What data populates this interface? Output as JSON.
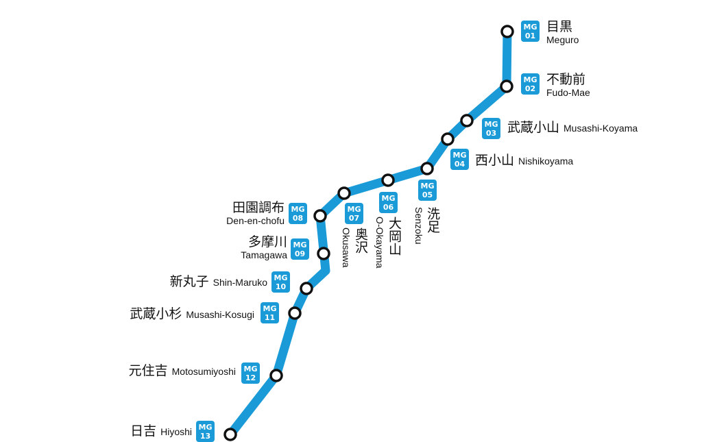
{
  "line": {
    "color": "#1a9bd7",
    "badge_text_color": "#ffffff",
    "station_fill": "#ffffff",
    "station_stroke": "#111111"
  },
  "stations": [
    {
      "line_code": "MG",
      "number": "01",
      "name_ja": "目黒",
      "name_en": "Meguro"
    },
    {
      "line_code": "MG",
      "number": "02",
      "name_ja": "不動前",
      "name_en": "Fudo-Mae"
    },
    {
      "line_code": "MG",
      "number": "03",
      "name_ja": "武蔵小山",
      "name_en": "Musashi-Koyama"
    },
    {
      "line_code": "MG",
      "number": "04",
      "name_ja": "西小山",
      "name_en": "Nishikoyama"
    },
    {
      "line_code": "MG",
      "number": "05",
      "name_ja": "洗足",
      "name_en": "Senzoku"
    },
    {
      "line_code": "MG",
      "number": "06",
      "name_ja": "大岡山",
      "name_en": "O-Okayama"
    },
    {
      "line_code": "MG",
      "number": "07",
      "name_ja": "奥沢",
      "name_en": "Okusawa"
    },
    {
      "line_code": "MG",
      "number": "08",
      "name_ja": "田園調布",
      "name_en": "Den-en-chofu"
    },
    {
      "line_code": "MG",
      "number": "09",
      "name_ja": "多摩川",
      "name_en": "Tamagawa"
    },
    {
      "line_code": "MG",
      "number": "10",
      "name_ja": "新丸子",
      "name_en": "Shin-Maruko"
    },
    {
      "line_code": "MG",
      "number": "11",
      "name_ja": "武蔵小杉",
      "name_en": "Musashi-Kosugi"
    },
    {
      "line_code": "MG",
      "number": "12",
      "name_ja": "元住吉",
      "name_en": "Motosumiyoshi"
    },
    {
      "line_code": "MG",
      "number": "13",
      "name_ja": "日吉",
      "name_en": "Hiyoshi"
    }
  ]
}
